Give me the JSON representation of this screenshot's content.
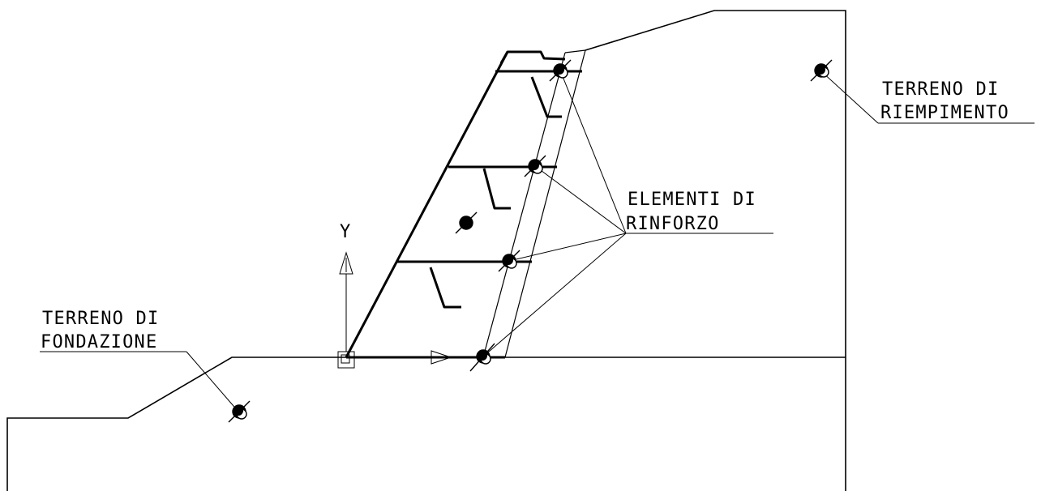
{
  "labels": {
    "fill_soil": {
      "line1": "TERRENO DI",
      "line2": "RIEMPIMENTO"
    },
    "reinforcement": {
      "line1": "ELEMENTI DI",
      "line2": "RINFORZO"
    },
    "foundation_soil": {
      "line1": "TERRENO DI",
      "line2": "FONDAZIONE"
    },
    "y_axis": "Y"
  },
  "colors": {
    "line": "#000000",
    "background": "#ffffff"
  }
}
